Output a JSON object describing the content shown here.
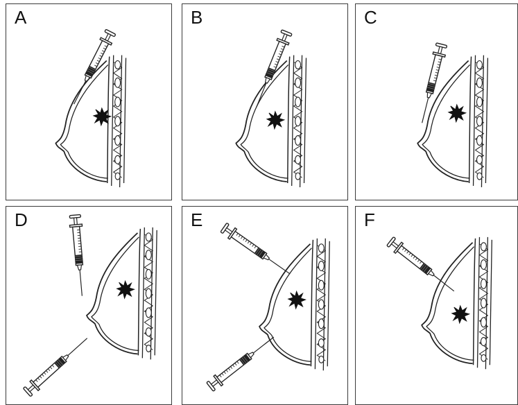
{
  "panels": [
    {
      "label": "A"
    },
    {
      "label": "B"
    },
    {
      "label": "C"
    },
    {
      "label": "D"
    },
    {
      "label": "E"
    },
    {
      "label": "F"
    }
  ],
  "colors": {
    "stroke": "#222222",
    "tumor": "#111111",
    "border": "#3a3a3a",
    "background": "#ffffff"
  }
}
